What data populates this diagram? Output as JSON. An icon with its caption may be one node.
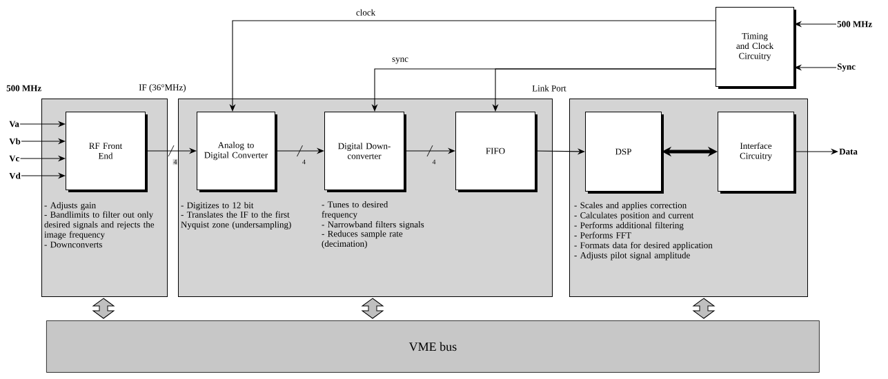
{
  "diagram": {
    "nodes": [
      {
        "text": [],
        "shape": "box"
      },
      {
        "text": [
          "RF Front End"
        ],
        "in": 0,
        "beside": [
          "- Adjusts gain",
          "- Bandlimits to filter out only desired signals and rejects the image frequency",
          "- Downconverts"
        ]
      },
      {
        "text": [],
        "shape": "box"
      },
      {
        "text": [
          "Analog to Digital Converter"
        ],
        "in": 2,
        "beside": [
          "- Digitizes to 12 bit",
          "- Translates the IF to the first Nyquist zone (undersampling)"
        ]
      },
      {
        "text": [
          "Digital Down-converter"
        ],
        "in": 2,
        "beside": [
          "- Tunes to desired frequency",
          "- Narrowband filters signals",
          "- Reduces sample rate (decimation)"
        ]
      },
      {
        "text": [
          "FIFO"
        ],
        "in": 2
      },
      {
        "text": [],
        "shape": "box"
      },
      {
        "text": [
          "DSP"
        ],
        "in": 6,
        "beside": [
          "- Scales and applies correction",
          "- Calculates position and current",
          "- Performs additional filtering",
          "- Performs FFT",
          "- Formats data for desired application",
          "- Adjusts pilot signal amplitude"
        ]
      },
      {
        "text": [
          "Interface Circuitry"
        ],
        "in": 6
      },
      {
        "text": [
          "Timing and Clock Circuitry"
        ]
      },
      {
        "text": [
          "VME bus"
        ]
      },
      {
        "text": [
          "Va"
        ]
      },
      {
        "text": [
          "Vb"
        ]
      },
      {
        "text": [
          "Vc"
        ]
      },
      {
        "text": [
          "Vd"
        ]
      },
      {
        "text": [
          "500 MHz"
        ]
      },
      {
        "text": [
          "Sync"
        ]
      },
      {
        "text": [
          "Data"
        ]
      }
    ],
    "edges": [
      {
        "from": 11,
        "to": 1,
        "arrow": "to"
      },
      {
        "from": 12,
        "to": 1,
        "arrow": "to"
      },
      {
        "from": 13,
        "to": 1,
        "arrow": "to"
      },
      {
        "from": 14,
        "to": 1,
        "arrow": "to"
      },
      {
        "from": 1,
        "to": 3,
        "arrow": "to",
        "label": "4"
      },
      {
        "from": 3,
        "to": 4,
        "arrow": "to",
        "label": "4"
      },
      {
        "from": 4,
        "to": 5,
        "arrow": "to",
        "label": "4"
      },
      {
        "from": 5,
        "to": 7,
        "arrow": "to"
      },
      {
        "from": 7,
        "to": 8,
        "arrow": "both",
        "style": "thick"
      },
      {
        "from": 8,
        "to": 17,
        "arrow": "to"
      },
      {
        "from": 15,
        "to": 9,
        "arrow": "to"
      },
      {
        "from": 16,
        "to": 9,
        "arrow": "to"
      },
      {
        "from": 9,
        "to": 3,
        "arrow": "to",
        "label": "clock"
      },
      {
        "from": 9,
        "to": 4,
        "arrow": "to",
        "label": "sync"
      },
      {
        "from": 9,
        "to": 5,
        "arrow": "to"
      },
      {
        "from": 0,
        "to": 10,
        "arrow": "both"
      },
      {
        "from": 2,
        "to": 10,
        "arrow": "both"
      },
      {
        "from": 6,
        "to": 10,
        "arrow": "both"
      }
    ],
    "labels": [
      "500 MHz",
      "IF (36°MHz)",
      "Link Port"
    ]
  }
}
